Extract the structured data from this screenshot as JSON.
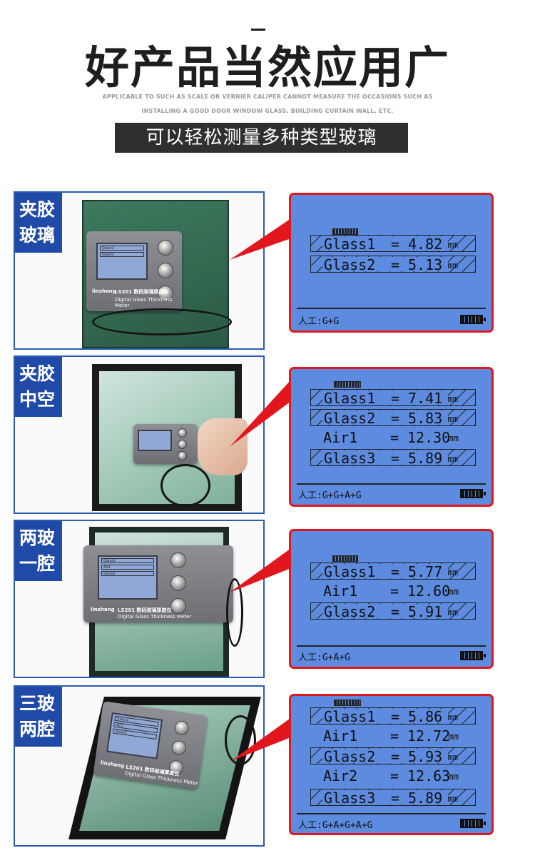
{
  "header": {
    "title": "好产品当然应用广",
    "subtitle_line1": "APPLICABLE TO SUCH AS SCALE OR VERNIER CALIPER CANNOT MEASURE THE OCCASIONS SUCH AS",
    "subtitle_line2": "INSTALLING A GOOD DOOR WINDOW GLASS, BUILDING CURTAIN WALL, ETC.",
    "banner": "可以轻松测量多种类型玻璃"
  },
  "colors": {
    "label_bg": "#1f4aa8",
    "lcd_bg": "#5d8be0",
    "frame_red": "#e2171d",
    "banner_bg": "#2f2f2f"
  },
  "device": {
    "brand": "linshang",
    "model": "LS201 数码玻璃厚度仪",
    "model_en": "Digital Glass Thickness Meter"
  },
  "sections": [
    {
      "label": [
        "夹胶",
        "玻璃"
      ],
      "rows": [
        {
          "name": "Glass1",
          "eq": "=",
          "value": "4.82",
          "unit": "mm",
          "boxed": true
        },
        {
          "name": "Glass2",
          "eq": "=",
          "value": "5.13",
          "unit": "mm",
          "boxed": true
        }
      ],
      "mode": "人工:G+G"
    },
    {
      "label": [
        "夹胶",
        "中空"
      ],
      "rows": [
        {
          "name": "Glass1",
          "eq": "=",
          "value": "7.41",
          "unit": "mm",
          "boxed": true
        },
        {
          "name": "Glass2",
          "eq": "=",
          "value": "5.83",
          "unit": "mm",
          "boxed": true
        },
        {
          "name": "Air1",
          "eq": "=",
          "value": "12.30",
          "unit": "mm",
          "boxed": false
        },
        {
          "name": "Glass3",
          "eq": "=",
          "value": "5.89",
          "unit": "mm",
          "boxed": true
        }
      ],
      "mode": "人工:G+G+A+G"
    },
    {
      "label": [
        "两玻",
        "一腔"
      ],
      "rows": [
        {
          "name": "Glass1",
          "eq": "=",
          "value": "5.77",
          "unit": "mm",
          "boxed": true
        },
        {
          "name": "Air1",
          "eq": "=",
          "value": "12.60",
          "unit": "mm",
          "boxed": false
        },
        {
          "name": "Glass2",
          "eq": "=",
          "value": "5.91",
          "unit": "mm",
          "boxed": true
        }
      ],
      "mode": "人工:G+A+G"
    },
    {
      "label": [
        "三玻",
        "两腔"
      ],
      "rows": [
        {
          "name": "Glass1",
          "eq": "=",
          "value": "5.86",
          "unit": "mm",
          "boxed": true
        },
        {
          "name": "Air1",
          "eq": "=",
          "value": "12.72",
          "unit": "mm",
          "boxed": false
        },
        {
          "name": "Glass2",
          "eq": "=",
          "value": "5.93",
          "unit": "mm",
          "boxed": true
        },
        {
          "name": "Air2",
          "eq": "=",
          "value": "12.63",
          "unit": "mm",
          "boxed": false
        },
        {
          "name": "Glass3",
          "eq": "=",
          "value": "5.89",
          "unit": "mm",
          "boxed": true
        }
      ],
      "mode": "人工:G+A+G+A+G"
    }
  ]
}
